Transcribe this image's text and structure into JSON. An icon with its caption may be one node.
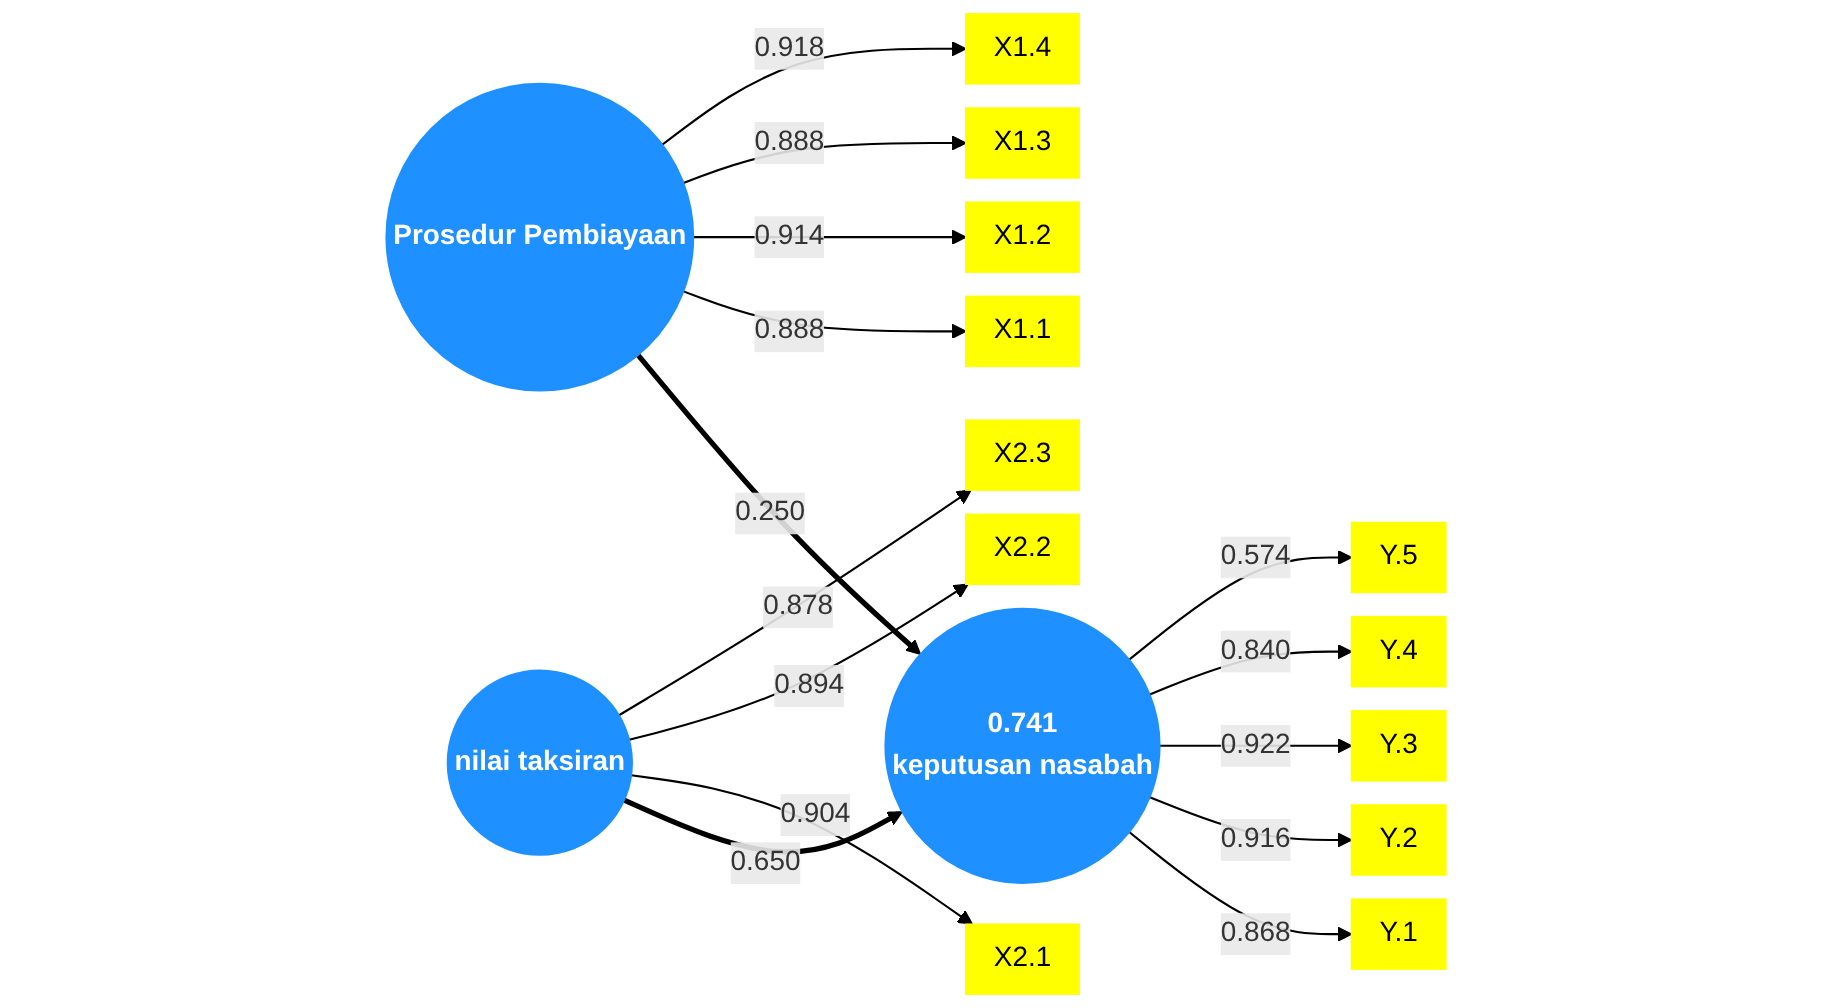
{
  "diagram": {
    "nodes": [
      {
        "text": [
          "Y.1"
        ]
      },
      {
        "text": [
          "Y.2"
        ]
      },
      {
        "text": [
          "Y.3"
        ]
      },
      {
        "text": [
          "Y.4"
        ]
      },
      {
        "text": [
          "Y.5"
        ]
      },
      {
        "text": [
          "0.741",
          "keputusan nasabah"
        ]
      },
      {
        "text": [
          "Prosedur Pembiayaan"
        ]
      },
      {
        "text": [
          "X1.1"
        ]
      },
      {
        "text": [
          "X1.2"
        ]
      },
      {
        "text": [
          "X1.3"
        ]
      },
      {
        "text": [
          "X1.4"
        ]
      },
      {
        "text": [
          "nilai taksiran"
        ]
      },
      {
        "text": [
          "X2.1"
        ]
      },
      {
        "text": [
          "X2.2"
        ]
      },
      {
        "text": [
          "X2.3"
        ]
      }
    ],
    "edges": [
      {
        "from": 5,
        "to": 0,
        "arrow": "to",
        "label": "0.868"
      },
      {
        "from": 5,
        "to": 1,
        "arrow": "to",
        "label": "0.916"
      },
      {
        "from": 5,
        "to": 2,
        "arrow": "to",
        "label": "0.922"
      },
      {
        "from": 5,
        "to": 3,
        "arrow": "to",
        "label": "0.840"
      },
      {
        "from": 5,
        "to": 4,
        "arrow": "to",
        "label": "0.574"
      },
      {
        "from": 6,
        "to": 5,
        "arrow": "to",
        "label": "0.250",
        "style": "thick"
      },
      {
        "from": 11,
        "to": 5,
        "arrow": "to",
        "label": "0.650",
        "style": "thick"
      },
      {
        "from": 6,
        "to": 7,
        "arrow": "to",
        "label": "0.888"
      },
      {
        "from": 6,
        "to": 8,
        "arrow": "to",
        "label": "0.914"
      },
      {
        "from": 6,
        "to": 9,
        "arrow": "to",
        "label": "0.888"
      },
      {
        "from": 6,
        "to": 10,
        "arrow": "to",
        "label": "0.918"
      },
      {
        "from": 11,
        "to": 12,
        "arrow": "to",
        "label": "0.904"
      },
      {
        "from": 11,
        "to": 13,
        "arrow": "to",
        "label": "0.894"
      },
      {
        "from": 11,
        "to": 14,
        "arrow": "to",
        "label": "0.878"
      }
    ]
  }
}
